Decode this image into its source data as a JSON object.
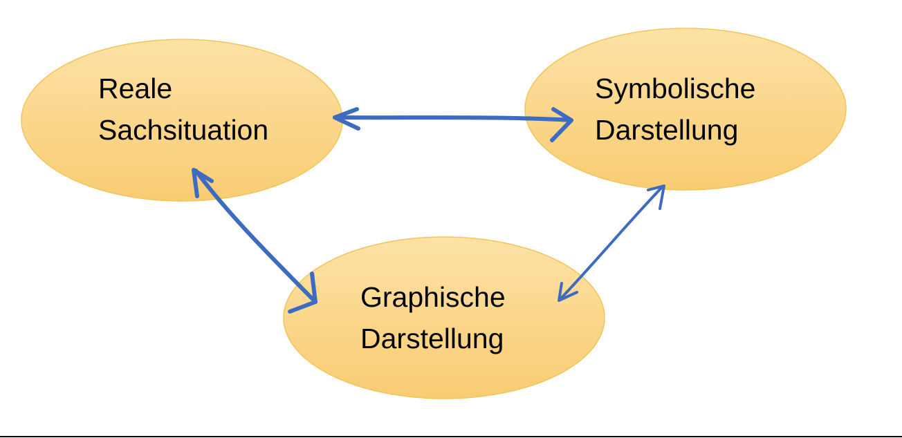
{
  "diagram": {
    "colors": {
      "node_fill_light": "#fde2a6",
      "node_fill_dark": "#f9cc73",
      "node_stroke": "#f2c45a",
      "arrow": "#3d6bc0",
      "text": "#000000",
      "rule": "#000000"
    },
    "nodes": [
      {
        "id": "reale",
        "line1": "Reale",
        "line2": "Sachsituation"
      },
      {
        "id": "symbolische",
        "line1": "Symbolische",
        "line2": "Darstellung"
      },
      {
        "id": "graphische",
        "line1": "Graphische",
        "line2": "Darstellung"
      }
    ],
    "edges": [
      {
        "from": "reale",
        "to": "symbolische",
        "style": "double-headed hand-drawn arrow"
      },
      {
        "from": "reale",
        "to": "graphische",
        "style": "double-headed hand-drawn arrow"
      },
      {
        "from": "graphische",
        "to": "symbolische",
        "style": "double-headed hand-drawn arrow"
      }
    ]
  }
}
